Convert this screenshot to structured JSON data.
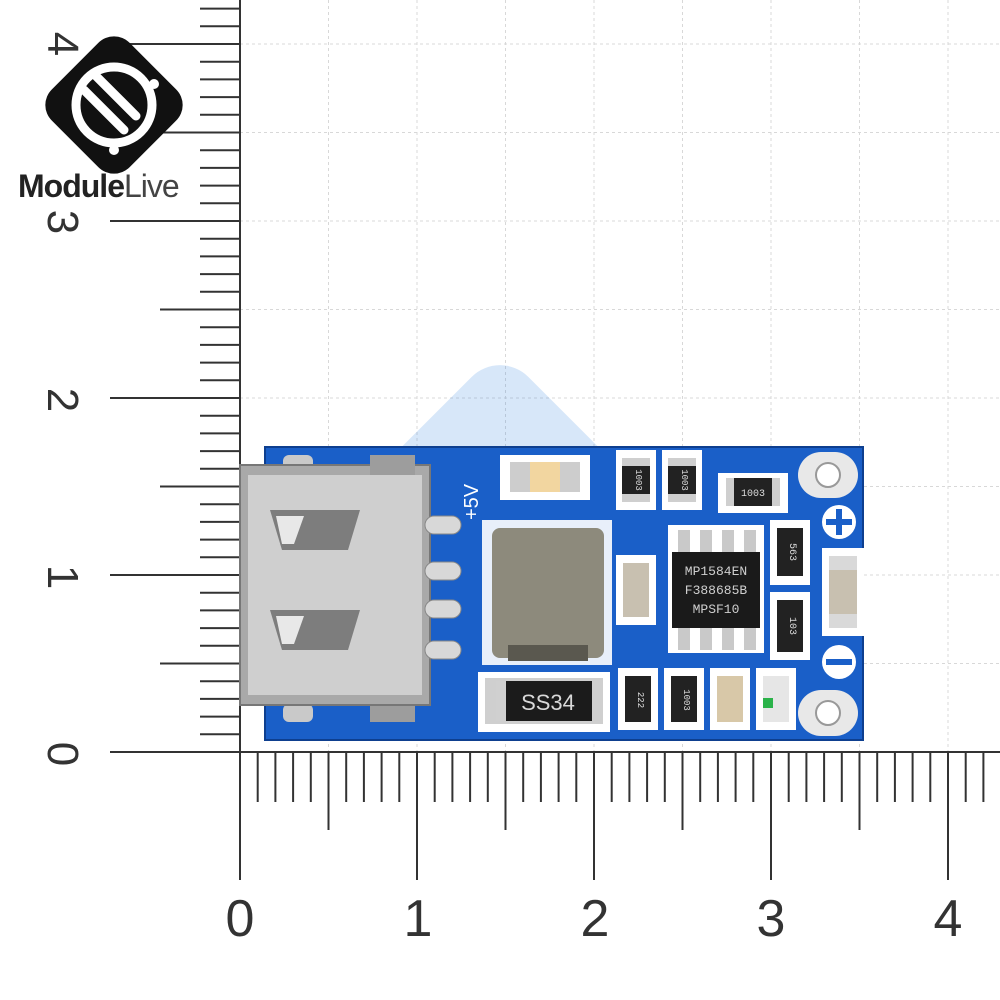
{
  "brand": {
    "name_bold": "Module",
    "name_light": "Live"
  },
  "ruler": {
    "x_labels": [
      "0",
      "1",
      "2",
      "3",
      "4"
    ],
    "y_labels": [
      "0",
      "1",
      "2",
      "3",
      "4"
    ]
  },
  "pcb": {
    "silkscreen_plus5v": "+5V",
    "diode_label": "SS34",
    "ic_line1": "MP1584EN",
    "ic_line2": "F388685B",
    "ic_line3": "MPSF10",
    "resistors": [
      "1003",
      "1003",
      "1003",
      "563",
      "103",
      "1003",
      "222"
    ],
    "board_color": "#1a5fc8",
    "accent_color": "#2a7de1"
  }
}
